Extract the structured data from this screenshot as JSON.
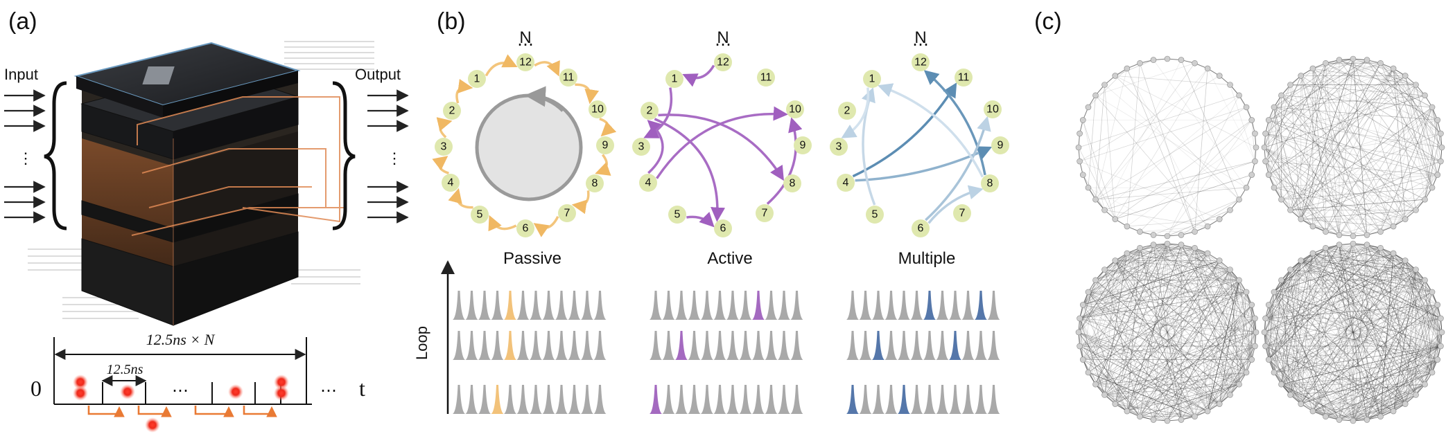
{
  "panels": {
    "a": {
      "label": "(a)",
      "input_label": "Input",
      "output_label": "Output",
      "dots": "⋮",
      "timeline": {
        "origin": "0",
        "end": "t",
        "span_label": "12.5ns × N",
        "step_label": "12.5ns",
        "gap": "⋯",
        "gap_end": "⋯"
      }
    },
    "b": {
      "label": "(b)",
      "axis_label": "Loop",
      "n_label": "N",
      "n_dots": "⋯",
      "modes": [
        {
          "name": "Passive",
          "color": "#f7c97a"
        },
        {
          "name": "Active",
          "color": "#b07cc6"
        },
        {
          "name": "Multiple",
          "color": "#7aa6c6"
        }
      ],
      "nodes": [
        "1",
        "2",
        "3",
        "4",
        "5",
        "6",
        "7",
        "8",
        "9",
        "10",
        "11",
        "12"
      ],
      "pulse_highlights": {
        "Passive": [
          [
            4
          ],
          [
            4
          ],
          [
            3
          ]
        ],
        "Active": [
          [
            8
          ],
          [
            2
          ],
          [
            0
          ]
        ],
        "Multiple": [
          [
            6,
            10
          ],
          [
            2,
            8
          ],
          [
            0,
            4
          ]
        ]
      },
      "pulse_colors": {
        "Passive": "#f2c27a",
        "Active": "#a46ac0",
        "Multiple": "#5577aa"
      }
    },
    "c": {
      "label": "(c)",
      "graphs": 4
    }
  },
  "colors": {
    "node_fill": "#dfe8ae",
    "pulse_gray": "#8c8c8c",
    "copper": "#d9824a",
    "red": "#e23a2a"
  }
}
